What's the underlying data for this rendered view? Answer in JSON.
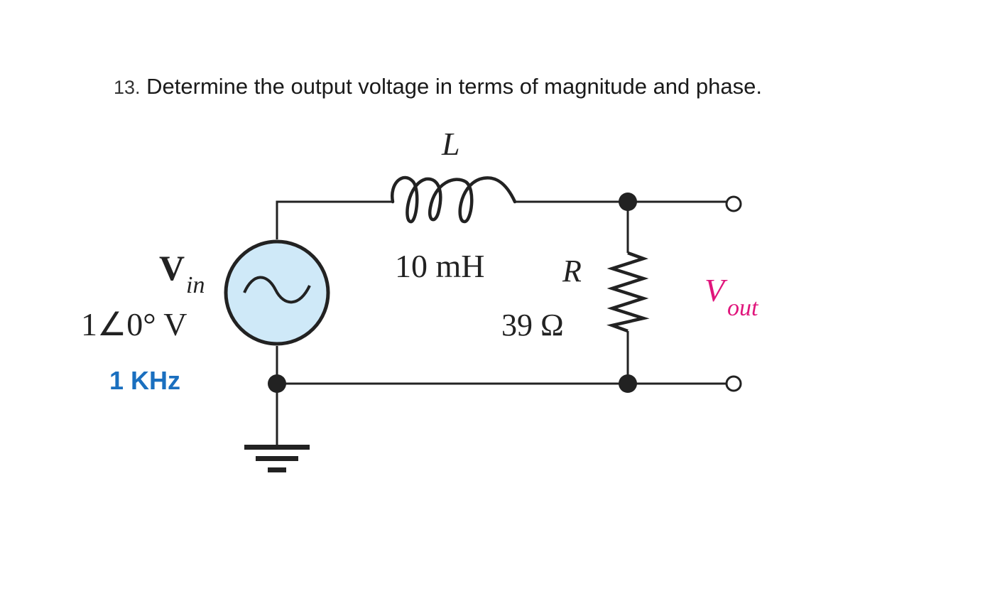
{
  "question": {
    "number": "13.",
    "text": "Determine the output voltage in terms of magnitude and phase."
  },
  "source": {
    "label_main": "V",
    "label_sub": "in",
    "value": "1∠0° V",
    "frequency": "1 KHz",
    "symbol": "ac-source-icon"
  },
  "inductor": {
    "label": "L",
    "value": "10 mH"
  },
  "resistor": {
    "label": "R",
    "value": "39 Ω"
  },
  "output": {
    "label_main": "V",
    "label_sub": "out"
  },
  "colors": {
    "wire": "#222222",
    "source_fill": "#cfe9f8",
    "frequency_text": "#1a6fbf",
    "output_label": "#e0167c"
  }
}
